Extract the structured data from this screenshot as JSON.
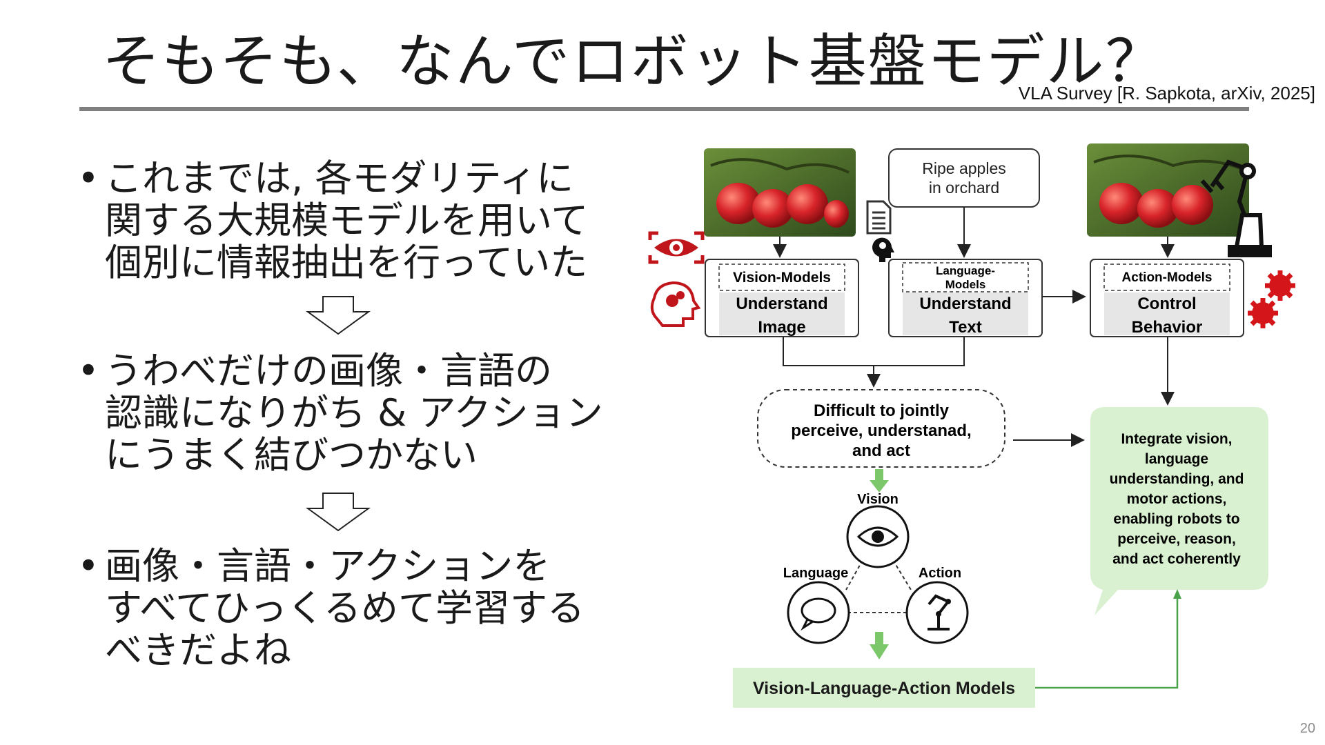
{
  "slide": {
    "title": "そもそも、なんでロボット基盤モデル？",
    "citation": "VLA Survey [R. Sapkota, arXiv, 2025]",
    "page_number": "20",
    "bullets": [
      {
        "marker": "•",
        "text": "これまでは, 各モダリティに\n関する大規模モデルを用いて\n個別に情報抽出を行っていた"
      },
      {
        "marker": "•",
        "text": "うわべだけの画像・言語の\n認識になりがち & アクション\nにうまく結びつかない"
      },
      {
        "marker": "•",
        "text": "画像・言語・アクションを\nすべてひっくるめて学習する\nべきだよね"
      }
    ]
  },
  "figure": {
    "prompt_box": {
      "line1": "Ripe apples",
      "line2": "in orchard"
    },
    "models": [
      {
        "tag": "Vision-Models",
        "line1": "Understand",
        "line2": "Image"
      },
      {
        "tag1": "Language-",
        "tag2": "Models",
        "line1": "Understand",
        "line2": "Text"
      },
      {
        "tag": "Action-Models",
        "line1": "Control",
        "line2": "Behavior"
      }
    ],
    "difficulty": {
      "line1": "Difficult to jointly",
      "line2": "perceive, understanad,",
      "line3": "and act"
    },
    "integrate": {
      "lines": [
        "Integrate vision,",
        "language",
        "understanding, and",
        "motor actions,",
        "enabling robots to",
        "perceive, reason,",
        "and act coherently"
      ]
    },
    "triad": {
      "vision": "Vision",
      "language": "Language",
      "action": "Action"
    },
    "vla": "Vision-Language-Action Models",
    "colors": {
      "accent_green": "#d9f0d1",
      "arrow_green": "#7cc76a",
      "line_green": "#4aa34a",
      "icon_red": "#c0161b"
    }
  }
}
